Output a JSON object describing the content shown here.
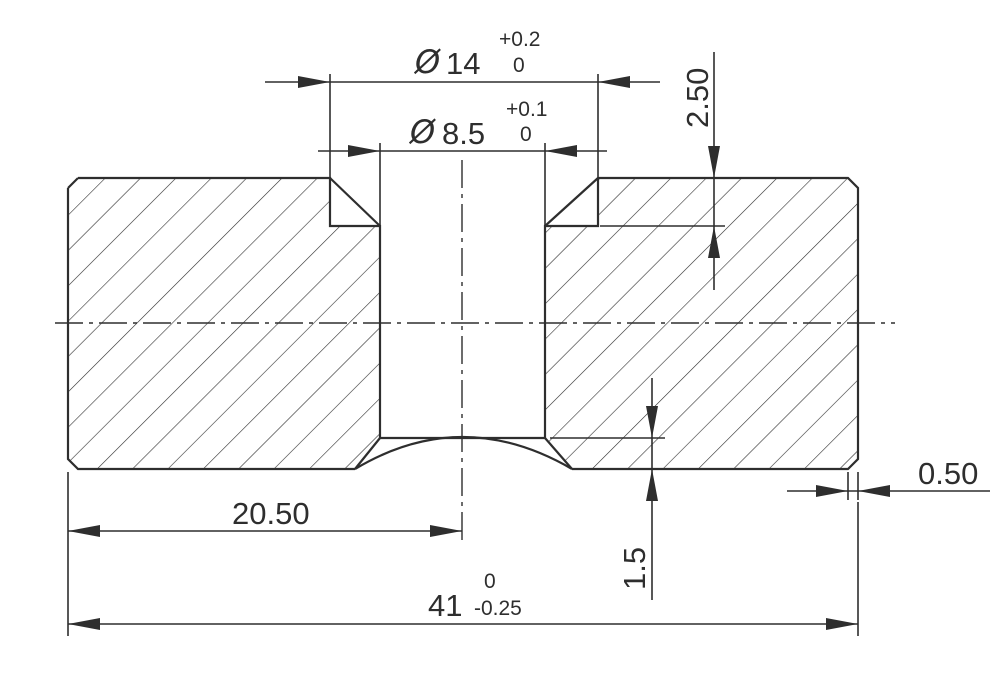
{
  "colors": {
    "line": "#2e2e2e",
    "background": "#ffffff"
  },
  "dimensions": {
    "counterbore_diameter": {
      "symbol": "Ø",
      "value": "14",
      "upper_tol": "+0.2",
      "lower_tol": "0"
    },
    "hole_diameter": {
      "symbol": "Ø",
      "value": "8.5",
      "upper_tol": "+0.1",
      "lower_tol": "0"
    },
    "counterbore_depth": {
      "value": "2.50"
    },
    "bottom_groove_depth": {
      "value": "1.5"
    },
    "chamfer": {
      "value": "0.50"
    },
    "center_offset": {
      "value": "20.50"
    },
    "overall_length": {
      "value": "41",
      "upper_tol": "0",
      "lower_tol": "-0.25"
    }
  }
}
